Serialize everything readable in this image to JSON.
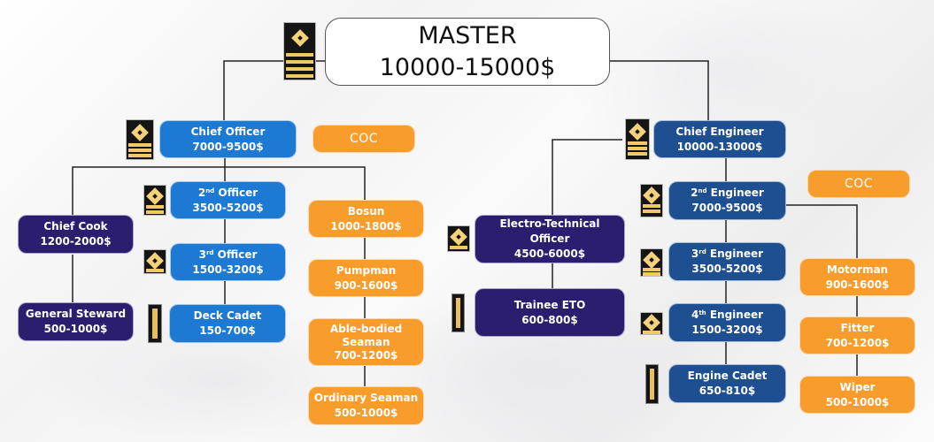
{
  "master": {
    "title": "MASTER",
    "salary": "10000-15000$"
  },
  "deck": {
    "chief_officer": {
      "title": "Chief Officer",
      "salary": "7000-9500$"
    },
    "coc_label": "COC",
    "second_officer": {
      "ordinal": "2",
      "suffix": "nd",
      "title": "Officer",
      "salary": "3500-5200$"
    },
    "third_officer": {
      "ordinal": "3",
      "suffix": "rd",
      "title": "Officer",
      "salary": "1500-3200$"
    },
    "deck_cadet": {
      "title": "Deck Cadet",
      "salary": "150-700$"
    },
    "ratings": [
      {
        "title": "Bosun",
        "salary": "1000-1800$"
      },
      {
        "title": "Pumpman",
        "salary": "900-1600$"
      },
      {
        "title": "Able-bodied Seaman",
        "salary": "700-1200$"
      },
      {
        "title": "Ordinary Seaman",
        "salary": "500-1000$"
      }
    ]
  },
  "catering": {
    "chief_cook": {
      "title": "Chief Cook",
      "salary": "1200-2000$"
    },
    "general_steward": {
      "title": "General Steward",
      "salary": "500-1000$"
    }
  },
  "electrical": {
    "eto": {
      "title": "Electro-Technical Officer",
      "salary": "4500-6000$"
    },
    "trainee_eto": {
      "title": "Trainee ETO",
      "salary": "600-800$"
    }
  },
  "engine": {
    "chief_engineer": {
      "title": "Chief Engineer",
      "salary": "10000-13000$"
    },
    "coc_label": "COC",
    "second_engineer": {
      "ordinal": "2",
      "suffix": "nd",
      "title": "Engineer",
      "salary": "7000-9500$"
    },
    "third_engineer": {
      "ordinal": "3",
      "suffix": "rd",
      "title": "Engineer",
      "salary": "3500-5200$"
    },
    "fourth_engineer": {
      "ordinal": "4",
      "suffix": "th",
      "title": "Engineer",
      "salary": "1500-3200$"
    },
    "engine_cadet": {
      "title": "Engine Cadet",
      "salary": "650-810$"
    },
    "ratings": [
      {
        "title": "Motorman",
        "salary": "900-1600$"
      },
      {
        "title": "Fitter",
        "salary": "700-1200$"
      },
      {
        "title": "Wiper",
        "salary": "500-1000$"
      }
    ]
  },
  "colors": {
    "deck_blue": "#1d79d1",
    "engine_blue": "#1e4f91",
    "purple": "#2c1e6f",
    "orange": "#f89c2c",
    "gold": "#efc867"
  }
}
